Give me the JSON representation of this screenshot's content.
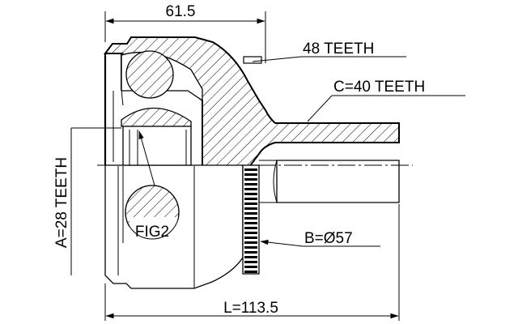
{
  "labels": {
    "overall_width": "61.5",
    "outer_teeth": "48 TEETH",
    "spline_c": "C=40 TEETH",
    "spline_a": "A=28 TEETH",
    "detail_ref": "FIG2",
    "diameter_b": "B=Ø57",
    "length_l": "L=113.5"
  },
  "colors": {
    "line": "#000000",
    "background": "#ffffff"
  }
}
